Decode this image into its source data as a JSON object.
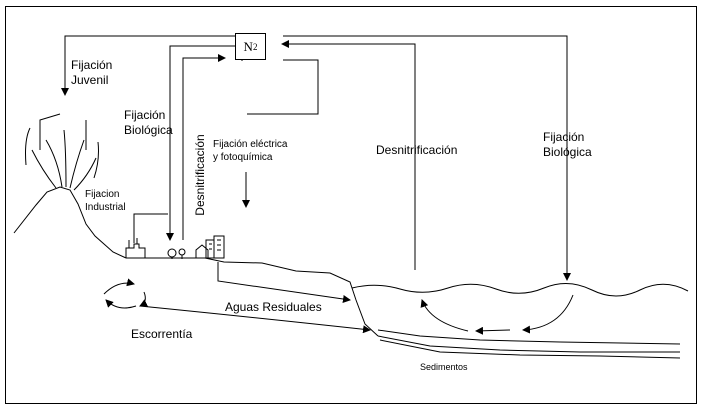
{
  "nodes": {
    "n2": {
      "symbol": "N",
      "subscript": "2"
    }
  },
  "labels": {
    "fijacion_juvenil": [
      "Fijación",
      "Juvenil"
    ],
    "fijacion_biologica_left": [
      "Fijación",
      "Biológica"
    ],
    "desnitrificacion_vertical": "Desnitrificación",
    "fijacion_electrica": [
      "Fijación eléctrica",
      "y fotoquímica"
    ],
    "desnitrificacion_right": "Desnitrificación",
    "fijacion_biologica_right": [
      "Fijación",
      "Biológica"
    ],
    "fijacion_industrial": [
      "Fijacion",
      "Industrial"
    ],
    "aguas_residuales": "Aguas Residuales",
    "escorrentia": "Escorrentía",
    "sedimentos": "Sedimentos"
  },
  "colors": {
    "line": "#000000",
    "background": "#ffffff"
  }
}
